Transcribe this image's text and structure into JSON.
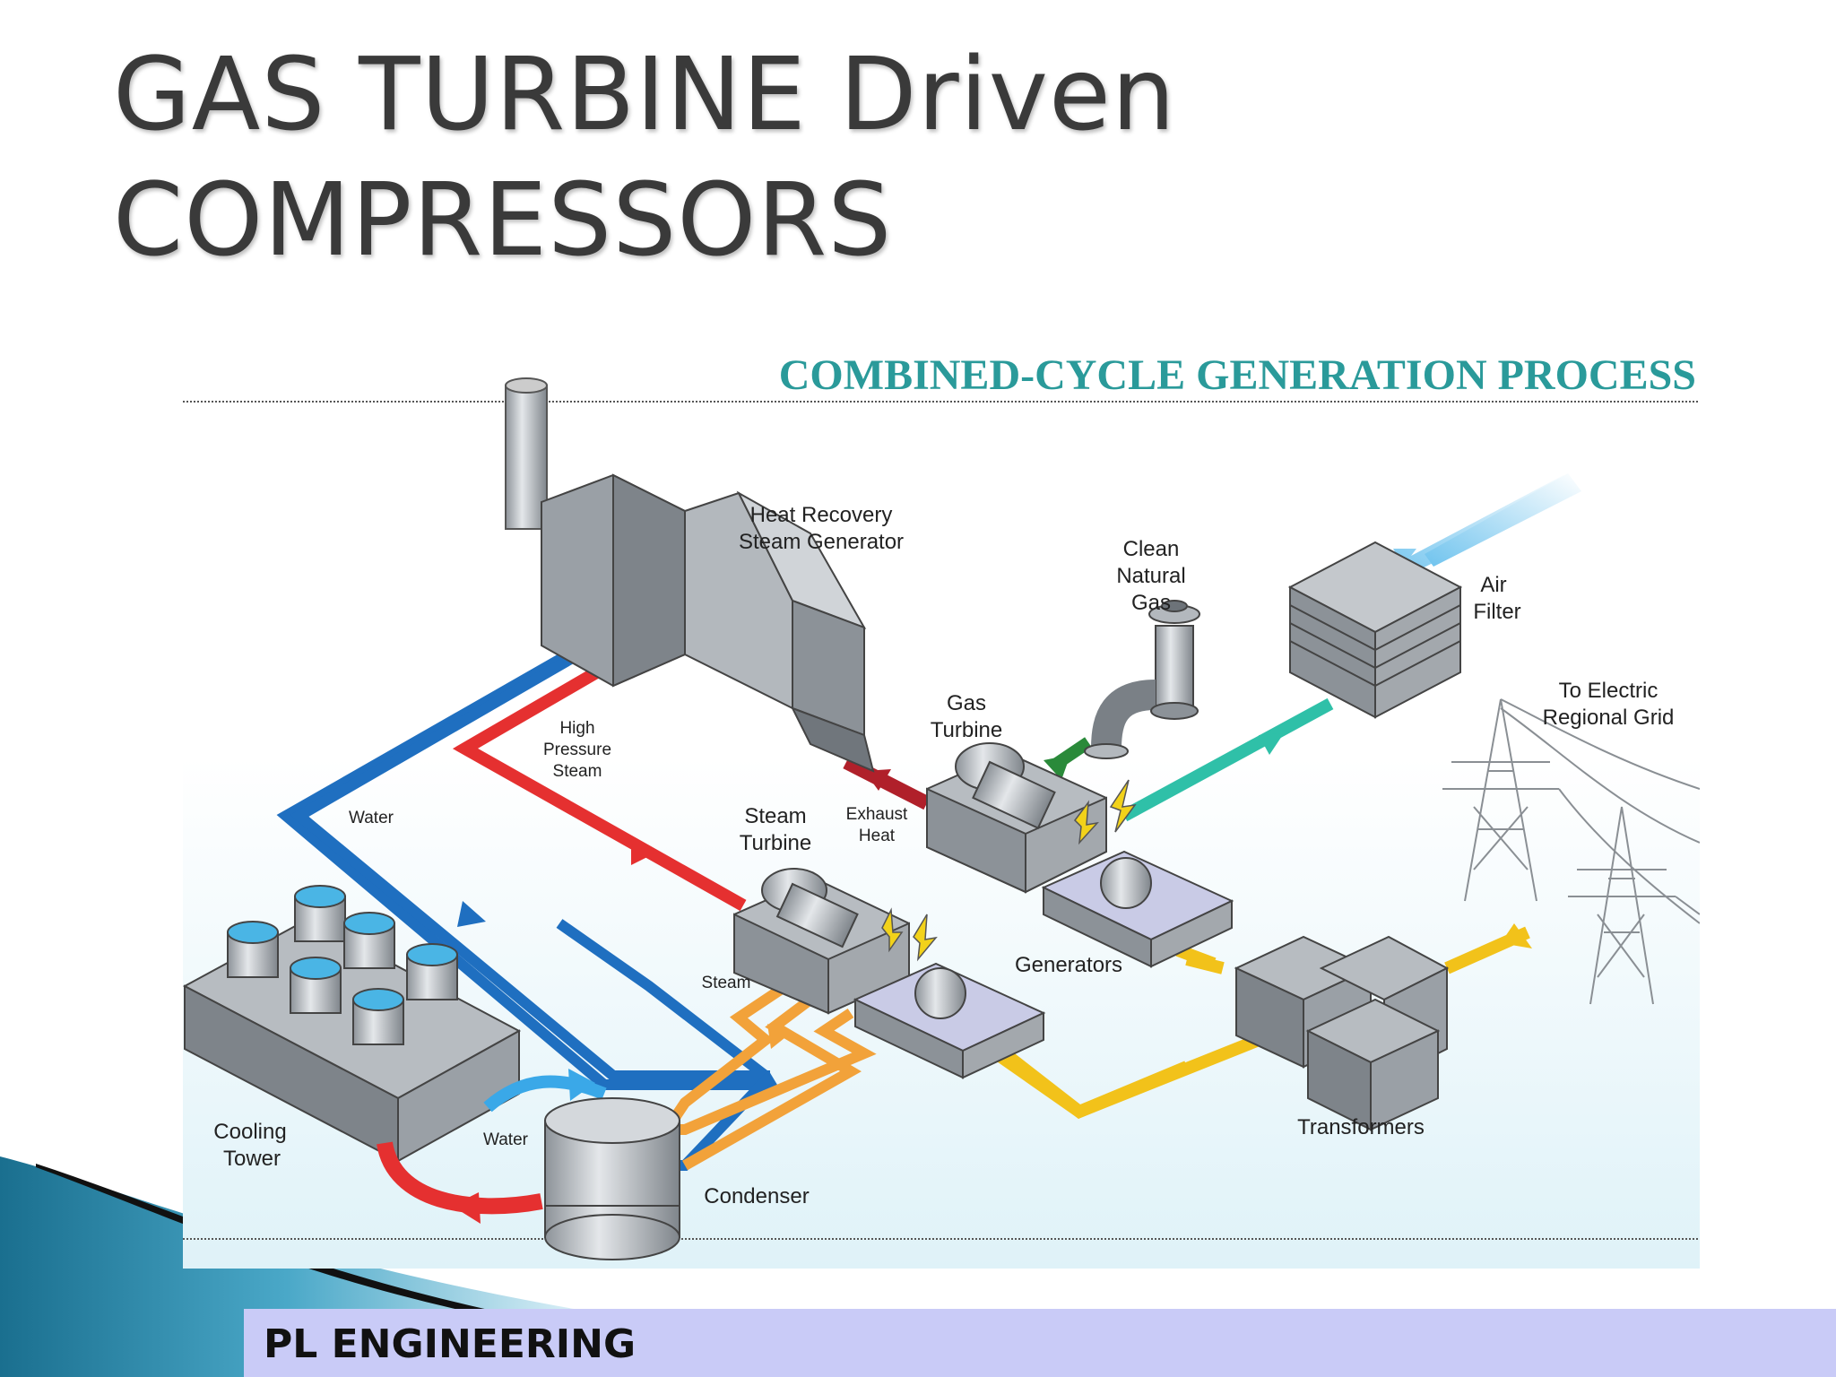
{
  "slide": {
    "title_line1": "GAS TURBINE Driven",
    "title_line2": "COMPRESSORS",
    "footer": "PL ENGINEERING"
  },
  "diagram": {
    "heading": "COMBINED-CYCLE GENERATION PROCESS",
    "labels": {
      "hrsg_line1": "Heat Recovery",
      "hrsg_line2": "Steam Generator",
      "gas_line1": "Clean",
      "gas_line2": "Natural",
      "gas_line3": "Gas",
      "air_line1": "Air",
      "air_line2": "Filter",
      "grid_line1": "To Electric",
      "grid_line2": "Regional Grid",
      "gt_line1": "Gas",
      "gt_line2": "Turbine",
      "hps_line1": "High",
      "hps_line2": "Pressure",
      "hps_line3": "Steam",
      "water_upper": "Water",
      "st_line1": "Steam",
      "st_line2": "Turbine",
      "exhaust_line1": "Exhaust",
      "exhaust_line2": "Heat",
      "steam": "Steam",
      "generators": "Generators",
      "cooling_line1": "Cooling",
      "cooling_line2": "Tower",
      "water_lower": "Water",
      "condenser": "Condenser",
      "transformers": "Transformers"
    },
    "colors": {
      "heading": "#2a9a9a",
      "water_pipe": "#1f6fc0",
      "steam_pipe": "#e53030",
      "exhaust_pipe": "#b0202a",
      "low_steam_pipe": "#f2a23a",
      "power_pipe": "#f2c21a",
      "gas_pipe": "#2a8a3a",
      "air_pipe": "#2fc0a8",
      "equipment": "#9aa0a6",
      "generator_base": "#c9cbe6"
    }
  }
}
